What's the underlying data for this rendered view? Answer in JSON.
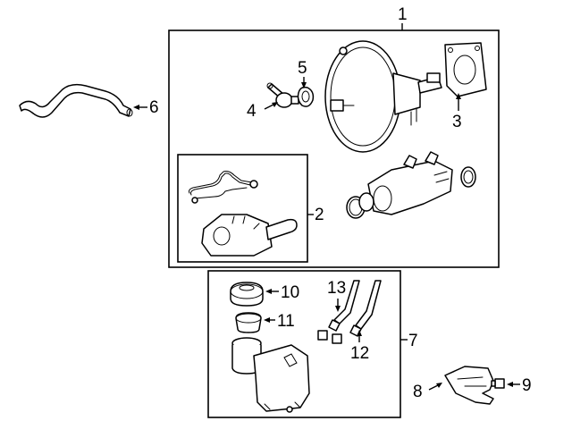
{
  "callouts": [
    "1",
    "2",
    "3",
    "4",
    "5",
    "6",
    "7",
    "8",
    "9",
    "10",
    "11",
    "12",
    "13"
  ],
  "parts": [
    {
      "number": "1",
      "icon": "brake-booster-assembly"
    },
    {
      "number": "2",
      "icon": "master-cylinder-with-lines"
    },
    {
      "number": "3",
      "icon": "booster-gasket"
    },
    {
      "number": "4",
      "icon": "check-valve"
    },
    {
      "number": "5",
      "icon": "grommet"
    },
    {
      "number": "6",
      "icon": "vacuum-hose"
    },
    {
      "number": "7",
      "icon": "reservoir-assembly"
    },
    {
      "number": "8",
      "icon": "mounting-bracket"
    },
    {
      "number": "9",
      "icon": "bolt"
    },
    {
      "number": "10",
      "icon": "reservoir-cap"
    },
    {
      "number": "11",
      "icon": "strainer"
    },
    {
      "number": "12",
      "icon": "reservoir-hose"
    },
    {
      "number": "13",
      "icon": "reservoir-hose"
    }
  ]
}
